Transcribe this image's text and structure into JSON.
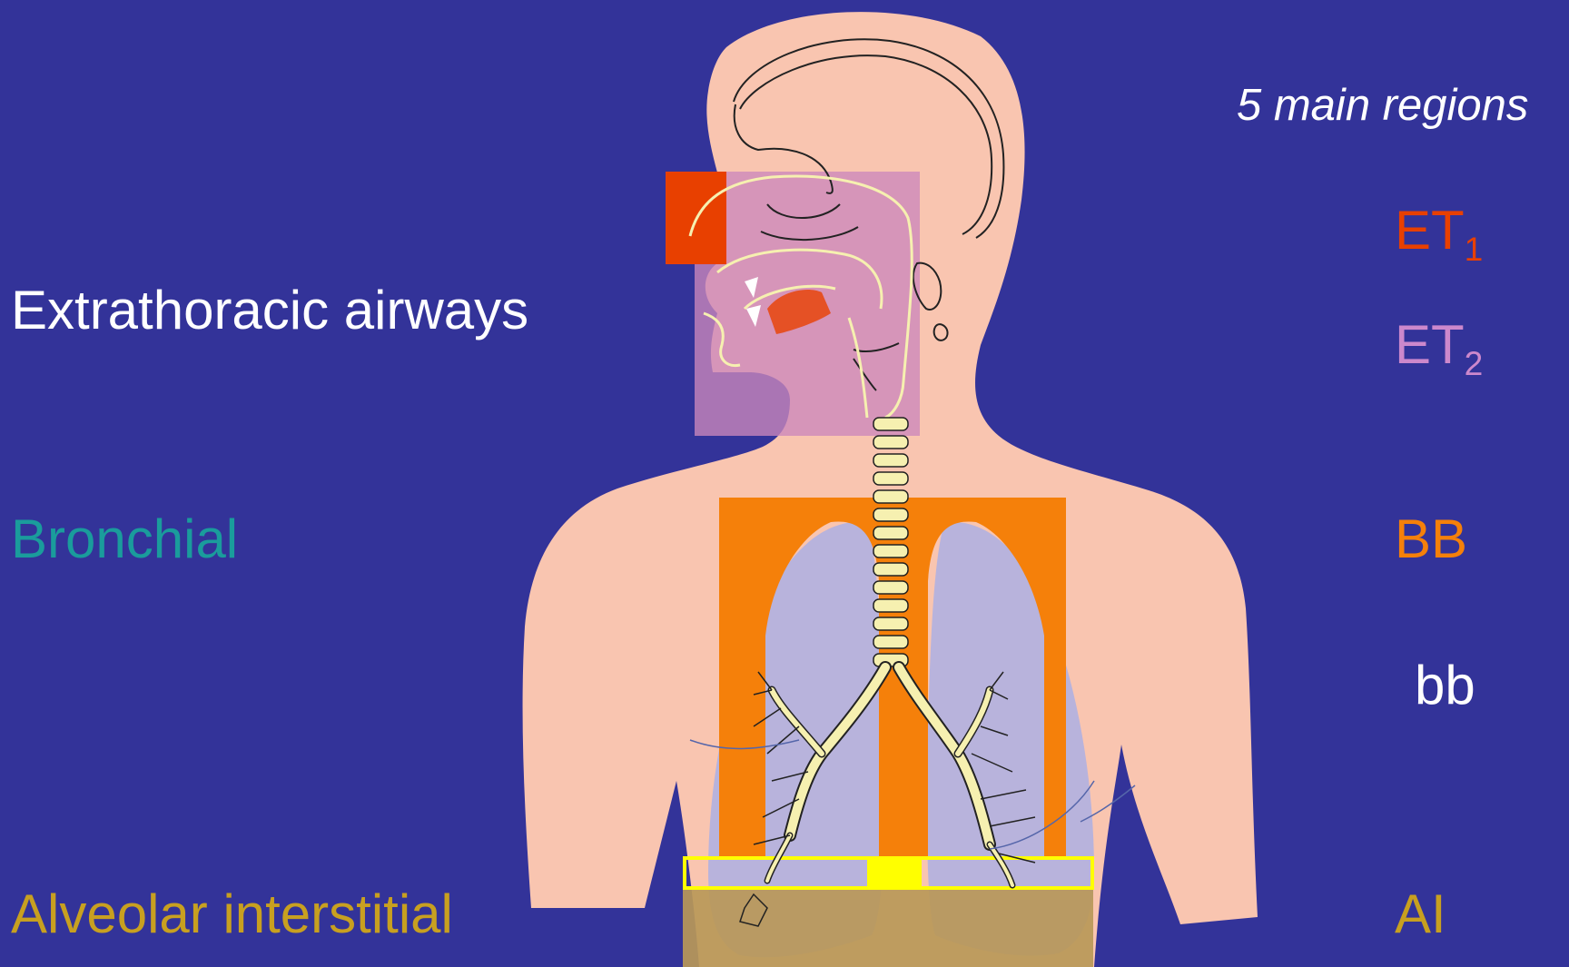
{
  "labels": {
    "heading": "5 main regions",
    "extrathoracic": "Extrathoracic airways",
    "bronchial": "Bronchial",
    "alveolar": "Alveolar interstitial"
  },
  "regions": {
    "et1": {
      "main": "ET",
      "sub": "1"
    },
    "et2": {
      "main": "ET",
      "sub": "2"
    },
    "bb": "BB",
    "bb_small": "bb",
    "ai": "AI"
  },
  "colors": {
    "background": "#333399",
    "skin": "#f9c5b0",
    "et1": "#e84000",
    "et2": "#cc88bb",
    "bronchial": "#f5800a",
    "alveolar": "#b89858",
    "alveolar_edge": "#ffff00",
    "lung": "#b8b3dc",
    "trachea": "#f6f0b0",
    "teal": "#1a9c9c",
    "gold": "#c8a020",
    "white": "#ffffff"
  }
}
